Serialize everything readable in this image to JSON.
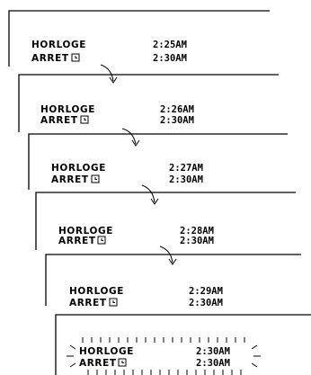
{
  "screens": [
    {
      "clock_label": "HORLOGE",
      "clock_time": "2:25AM",
      "stop_label": "ARRET",
      "stop_time": "2:30AM",
      "icon": "clock-icon"
    },
    {
      "clock_label": "HORLOGE",
      "clock_time": "2:26AM",
      "stop_label": "ARRET",
      "stop_time": "2:30AM",
      "icon": "clock-icon"
    },
    {
      "clock_label": "HORLOGE",
      "clock_time": "2:27AM",
      "stop_label": "ARRET",
      "stop_time": "2:30AM",
      "icon": "clock-icon"
    },
    {
      "clock_label": "HORLOGE",
      "clock_time": "2:28AM",
      "stop_label": "ARRET",
      "stop_time": "2:30AM",
      "icon": "clock-icon"
    },
    {
      "clock_label": "HORLOGE",
      "clock_time": "2:29AM",
      "stop_label": "ARRET",
      "stop_time": "2:30AM",
      "icon": "clock-icon"
    },
    {
      "clock_label": "HORLOGE",
      "clock_time": "2:30AM",
      "stop_label": "ARRET",
      "stop_time": "2:30AM",
      "icon": "clock-icon",
      "flashing": true
    }
  ]
}
